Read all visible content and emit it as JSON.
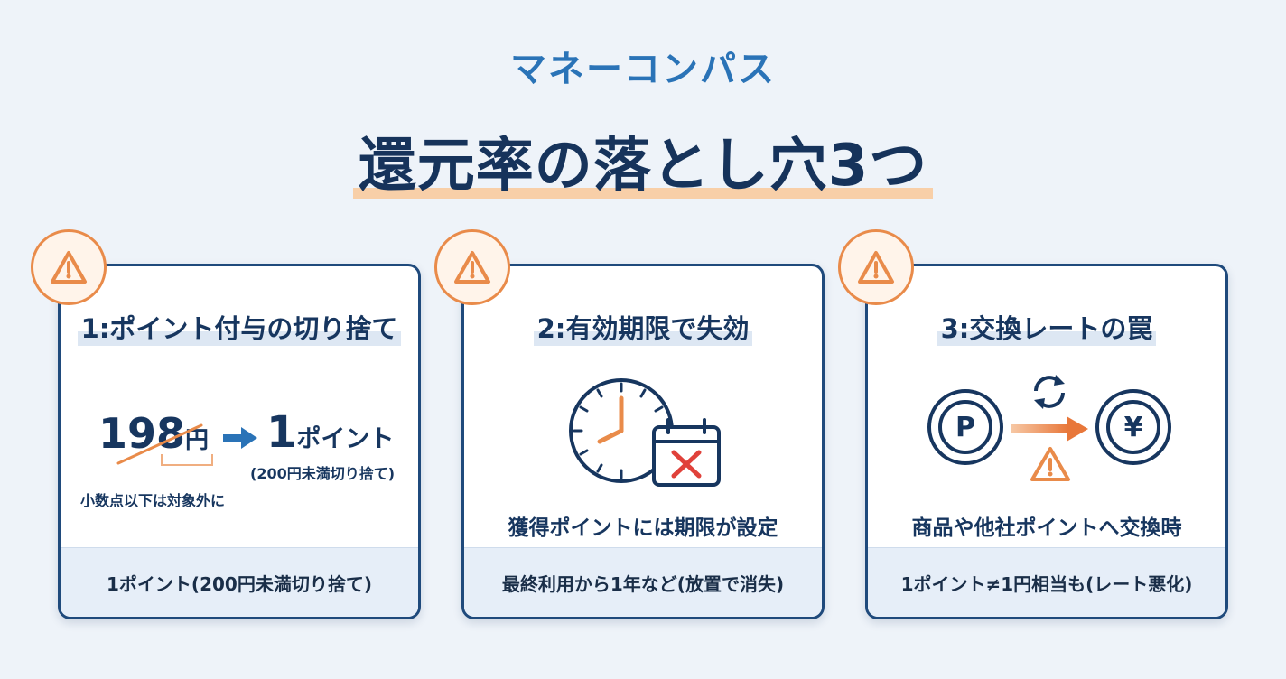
{
  "header": {
    "brand": "マネーコンパス",
    "title": "還元率の落とし穴3つ"
  },
  "cards": [
    {
      "title": "1:ポイント付与の切り捨て",
      "price_number": "198",
      "price_unit": "円",
      "result_number": "1",
      "result_unit": "ポイント",
      "result_note": "(200円未満切り捨て)",
      "decimal_note": "小数点以下は対象外に",
      "footer": "1ポイント(200円未満切り捨て)"
    },
    {
      "title": "2:有効期限で失効",
      "caption": "獲得ポイントには期限が設定",
      "footer": "最終利用から1年など(放置で消失)"
    },
    {
      "title": "3:交換レートの罠",
      "coin_left": "P",
      "coin_right": "¥",
      "caption": "商品や他社ポイントへ交換時",
      "footer": "1ポイント≠1円相当も(レート悪化)"
    }
  ],
  "colors": {
    "navy": "#17365f",
    "brand_blue": "#2a73b7",
    "accent_orange": "#e98b4a",
    "highlight_peach": "#f8cfa8",
    "error_red": "#e0413a"
  }
}
